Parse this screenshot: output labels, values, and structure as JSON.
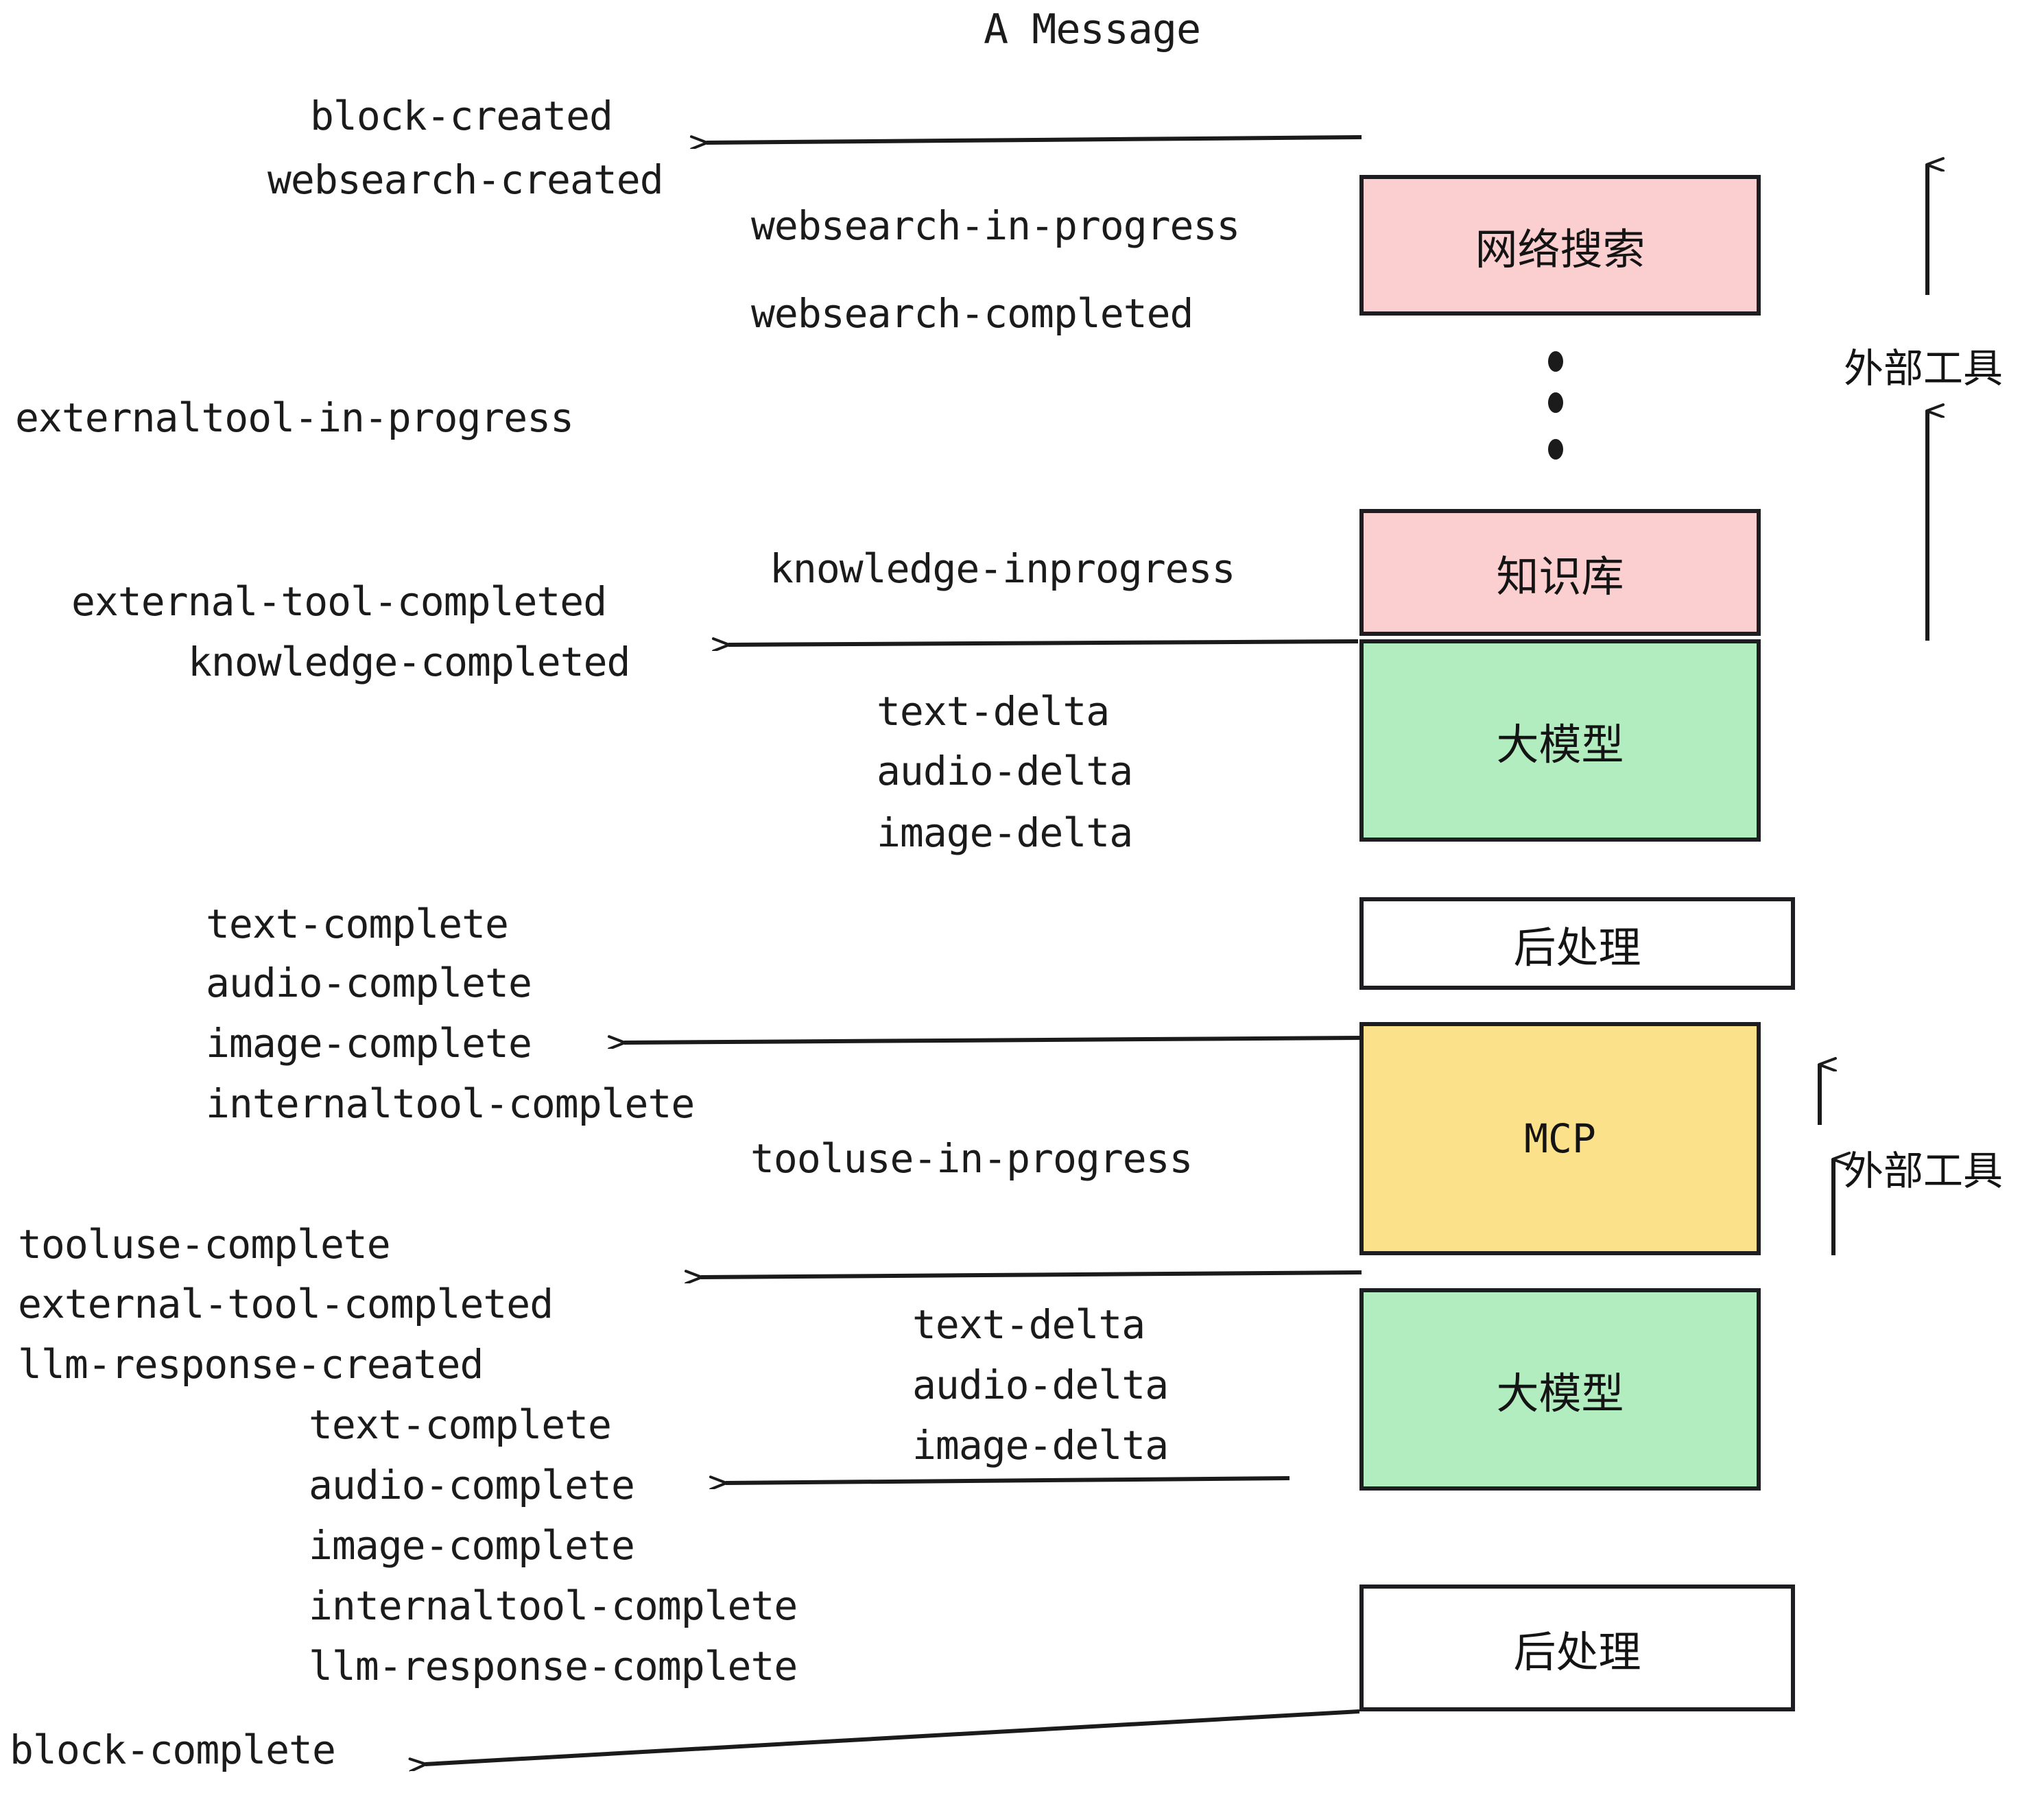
{
  "title": "A Message",
  "events": {
    "block_created": "block-created",
    "websearch_created": "websearch-created",
    "websearch_in_progress": "websearch-in-progress",
    "websearch_completed": "websearch-completed",
    "externaltool_in_progress": "externaltool-in-progress",
    "knowledge_inprogress": "knowledge-inprogress",
    "external_tool_completed_1": "external-tool-completed",
    "knowledge_completed": "knowledge-completed",
    "text_delta_1": "text-delta",
    "audio_delta_1": "audio-delta",
    "image_delta_1": "image-delta",
    "text_complete_1": "text-complete",
    "audio_complete_1": "audio-complete",
    "image_complete_1": "image-complete",
    "internaltool_complete_1": "internaltool-complete",
    "tooluse_in_progress": "tooluse-in-progress",
    "tooluse_complete": "tooluse-complete",
    "external_tool_completed_2": "external-tool-completed",
    "llm_response_created": "llm-response-created",
    "text_delta_2": "text-delta",
    "audio_delta_2": "audio-delta",
    "image_delta_2": "image-delta",
    "text_complete_2": "text-complete",
    "audio_complete_2": "audio-complete",
    "image_complete_2": "image-complete",
    "internaltool_complete_2": "internaltool-complete",
    "llm_response_complete": "llm-response-complete",
    "block_complete": "block-complete"
  },
  "nodes": [
    {
      "id": "websearch",
      "label": "网络搜索",
      "color": "#fbcfcf",
      "border": "#1e1e22"
    },
    {
      "id": "knowledge",
      "label": "知识库",
      "color": "#fbcfcf",
      "border": "#1e1e22"
    },
    {
      "id": "llm-1",
      "label": "大模型",
      "color": "#b2edc0",
      "border": "#1e1e22"
    },
    {
      "id": "postprocess-1",
      "label": "后处理",
      "color": "#ffffff",
      "border": "#1e1e22"
    },
    {
      "id": "mcp",
      "label": "MCP",
      "color": "#fae18a",
      "border": "#1e1e22"
    },
    {
      "id": "llm-2",
      "label": "大模型",
      "color": "#b2edc0",
      "border": "#1e1e22"
    },
    {
      "id": "postprocess-2",
      "label": "后处理",
      "color": "#ffffff",
      "border": "#1e1e22"
    }
  ],
  "side_labels": {
    "external_tool_top": "外部工具",
    "external_tool_bottom": "外部工具"
  },
  "colors": {
    "pink": "#fbcfcf",
    "green": "#b2edc0",
    "yellow": "#fae18a",
    "white": "#ffffff",
    "stroke": "#1e1e22",
    "text": "#1b1b1b"
  }
}
